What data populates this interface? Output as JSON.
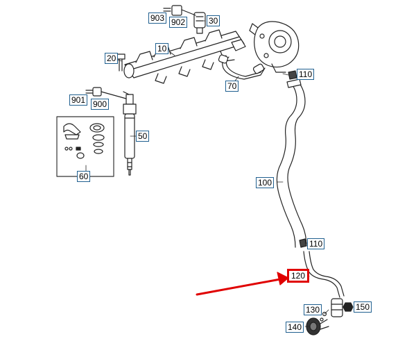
{
  "diagram": {
    "labels": {
      "l903": "903",
      "l902": "902",
      "l30": "30",
      "l10": "10",
      "l20": "20",
      "l110a": "110",
      "l70": "70",
      "l901": "901",
      "l900": "900",
      "l50": "50",
      "l60": "60",
      "l100": "100",
      "l110b": "110",
      "l120": "120",
      "l130": "130",
      "l150": "150",
      "l140": "140"
    },
    "highlight_color": "#e00000",
    "label_border_color": "#1f5f8f"
  }
}
